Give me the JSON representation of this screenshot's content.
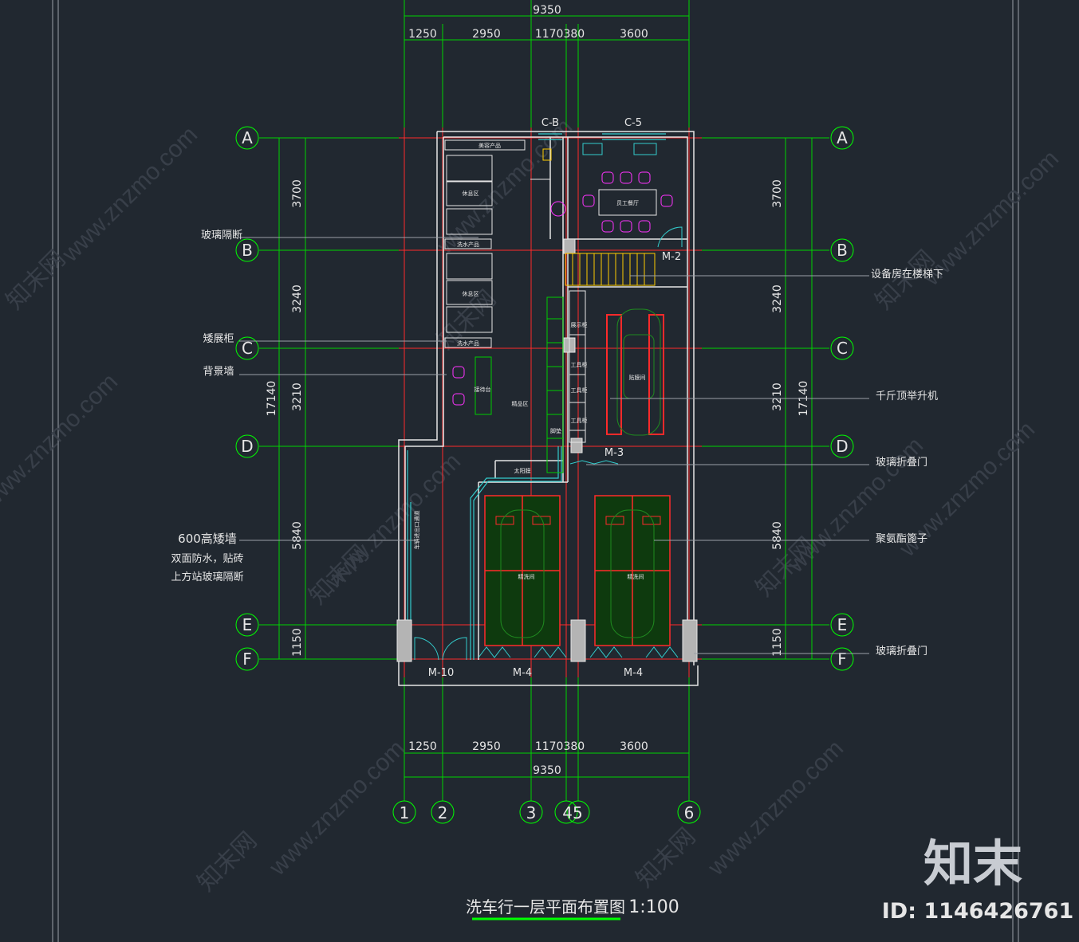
{
  "drawing": {
    "title": "洗车行一层平面布置图",
    "scale": "1:100",
    "watermark_site": "www.znzmo.com",
    "watermark_brand": "知末网",
    "logo": "知末",
    "id_label": "ID: 1146426761"
  },
  "dimensions": {
    "overall": "9350",
    "columns": [
      "1250",
      "2950",
      "1170380",
      "3600"
    ],
    "rows": [
      "3700",
      "3240",
      "3210",
      "5840",
      "1150"
    ],
    "overall_vertical": "17140"
  },
  "axes": {
    "rows": [
      "A",
      "B",
      "C",
      "D",
      "E",
      "F"
    ],
    "columns": [
      "1",
      "2",
      "3",
      "45",
      "6"
    ]
  },
  "openings": {
    "window_1": "C-B",
    "window_2": "C-5",
    "door_m2": "M-2",
    "door_m3": "M-3",
    "door_m10": "M-10",
    "door_m4_left": "M-4",
    "door_m4_right": "M-4"
  },
  "rooms": {
    "beauty_products": "美容产品",
    "rest_area_1": "休息区",
    "rest_area_2": "休息区",
    "wash_products_1": "洗水产品",
    "wash_products_2": "洗水产品",
    "staff_restaurant": "员工餐厅",
    "reception": "接待台",
    "boutique": "精品区",
    "film_room": "贴膜间",
    "sunshade": "太阳膜",
    "fine_wash_1": "精洗间",
    "fine_wash_2": "精洗间",
    "shelf_1": "工具柜",
    "shelf_2": "工具柜",
    "shelf_3": "工具柜",
    "shelf_4": "展示柜",
    "floor_mat": "脚垫",
    "wall_note_vertical": "车辆进出口通道"
  },
  "annotations": {
    "left": {
      "glass_partition": "玻璃隔断",
      "display_cabinet": "矮展柜",
      "feature_wall": "背景墙",
      "low_wall_1": "600高矮墙",
      "low_wall_2": "双面防水，贴砖",
      "low_wall_3": "上方站玻璃隔断"
    },
    "right": {
      "equipment_room": "设备房在楼梯下",
      "jack_lift": "千斤顶举升机",
      "glass_folding_door_1": "玻璃折叠门",
      "pu_grating": "聚氨酯篦子",
      "glass_folding_door_2": "玻璃折叠门"
    }
  },
  "colors": {
    "background": "#212830",
    "axis_green": "#00ff00",
    "dim_green": "#00cc00",
    "wall_white": "#e6e6e6",
    "grid_red": "#ff2a2a",
    "furniture_magenta": "#ff33ff",
    "window_cyan": "#33cccc",
    "stair_yellow": "#ffcc00",
    "car_green": "#1f8a1f"
  }
}
